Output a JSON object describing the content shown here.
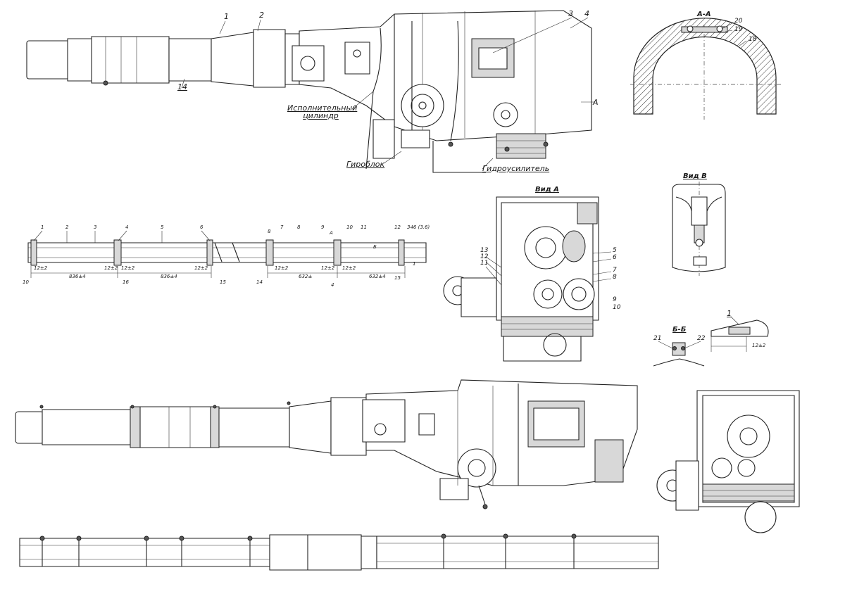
{
  "top_view": {
    "callouts": [
      "1",
      "2",
      "3",
      "4",
      "14"
    ],
    "actuator_label": "Исполнительный\nцилиндр",
    "gyro_label": "Гироблок",
    "booster_label": "Гидроусилитель",
    "section_marker": "А"
  },
  "section_aa": {
    "title": "А-А",
    "callouts": [
      "20",
      "19",
      "18"
    ]
  },
  "view_b": {
    "title": "Вид В"
  },
  "view_a": {
    "title": "Вид А",
    "callouts_left": [
      "13",
      "12",
      "11"
    ],
    "callouts_right": [
      "5",
      "6",
      "7",
      "8",
      "9",
      "10"
    ]
  },
  "barrel_assembly": {
    "callouts_top": [
      "1",
      "2",
      "3",
      "4",
      "5",
      "6",
      "8",
      "7",
      "8",
      "9",
      "10",
      "11",
      "12"
    ],
    "marker_a": "А",
    "marker_b": "Б",
    "dims": [
      "12±2",
      "836±4",
      "12±2",
      "12±2",
      "836±4",
      "12±2",
      "12±2",
      "632±",
      "12±2",
      "12±2",
      "632±4"
    ],
    "callouts_bottom": [
      "10",
      "16",
      "15",
      "14",
      "4",
      "15",
      "1"
    ],
    "small_note": "346 (3.6)"
  },
  "section_bb": {
    "title": "Б-Б",
    "callouts": [
      "21",
      "22"
    ],
    "ref": "1",
    "dim": "12±2"
  }
}
